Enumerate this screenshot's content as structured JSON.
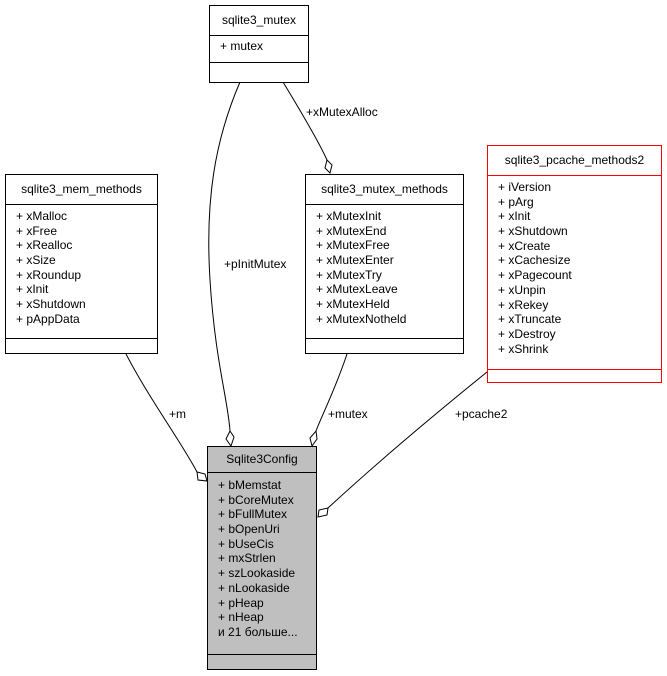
{
  "classes": {
    "sqlite3_mutex": {
      "name": "sqlite3_mutex",
      "attrs": [
        "+ mutex"
      ]
    },
    "sqlite3_mem_methods": {
      "name": "sqlite3_mem_methods",
      "attrs": [
        "+ xMalloc",
        "+ xFree",
        "+ xRealloc",
        "+ xSize",
        "+ xRoundup",
        "+ xInit",
        "+ xShutdown",
        "+ pAppData"
      ]
    },
    "sqlite3_mutex_methods": {
      "name": "sqlite3_mutex_methods",
      "attrs": [
        "+ xMutexInit",
        "+ xMutexEnd",
        "+ xMutexFree",
        "+ xMutexEnter",
        "+ xMutexTry",
        "+ xMutexLeave",
        "+ xMutexHeld",
        "+ xMutexNotheld"
      ]
    },
    "sqlite3_pcache_methods2": {
      "name": "sqlite3_pcache_methods2",
      "attrs": [
        "+ iVersion",
        "+ pArg",
        "+ xInit",
        "+ xShutdown",
        "+ xCreate",
        "+ xCachesize",
        "+ xPagecount",
        "+ xUnpin",
        "+ xRekey",
        "+ xTruncate",
        "+ xDestroy",
        "+ xShrink"
      ]
    },
    "Sqlite3Config": {
      "name": "Sqlite3Config",
      "attrs": [
        "+ bMemstat",
        "+ bCoreMutex",
        "+ bFullMutex",
        "+ bOpenUri",
        "+ bUseCis",
        "+ mxStrlen",
        "+ szLookaside",
        "+ nLookaside",
        "+ pHeap",
        "+ nHeap",
        "и 21 больше..."
      ]
    }
  },
  "edges": {
    "xMutexAlloc": "+xMutexAlloc",
    "pInitMutex": "+pInitMutex",
    "m": "+m",
    "mutex": "+mutex",
    "pcache2": "+pcache2"
  },
  "colors": {
    "highlight_border": "#ff0000",
    "focus_fill": "#bfbfbf"
  }
}
